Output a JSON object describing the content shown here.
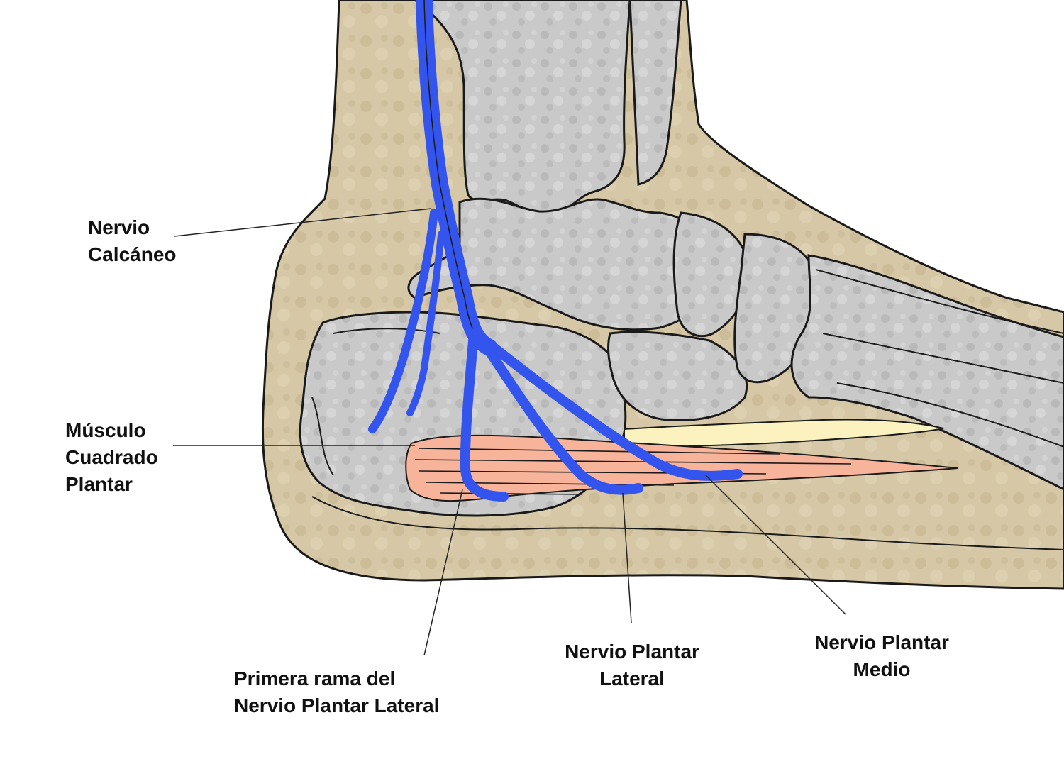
{
  "colors": {
    "soft_tissue": "#d6c8a6",
    "bone": "#c9c9c9",
    "bone_outline": "#1a1a1a",
    "nerve": "#3355ee",
    "muscle": "#f7b49a",
    "tendon": "#fbf2bf",
    "leader_line": "#222222"
  },
  "labels": {
    "nervio_calcaneo": {
      "line1": "Nervio",
      "line2": "Calcáneo"
    },
    "musculo_cuadrado_plantar": {
      "line1": "Músculo",
      "line2": "Cuadrado",
      "line3": "Plantar"
    },
    "primera_rama": {
      "line1": "Primera rama del",
      "line2": "Nervio Plantar Lateral"
    },
    "nervio_plantar_lateral": {
      "line1": "Nervio Plantar",
      "line2": "Lateral"
    },
    "nervio_plantar_medio": {
      "line1": "Nervio Plantar",
      "line2": "Medio"
    }
  }
}
